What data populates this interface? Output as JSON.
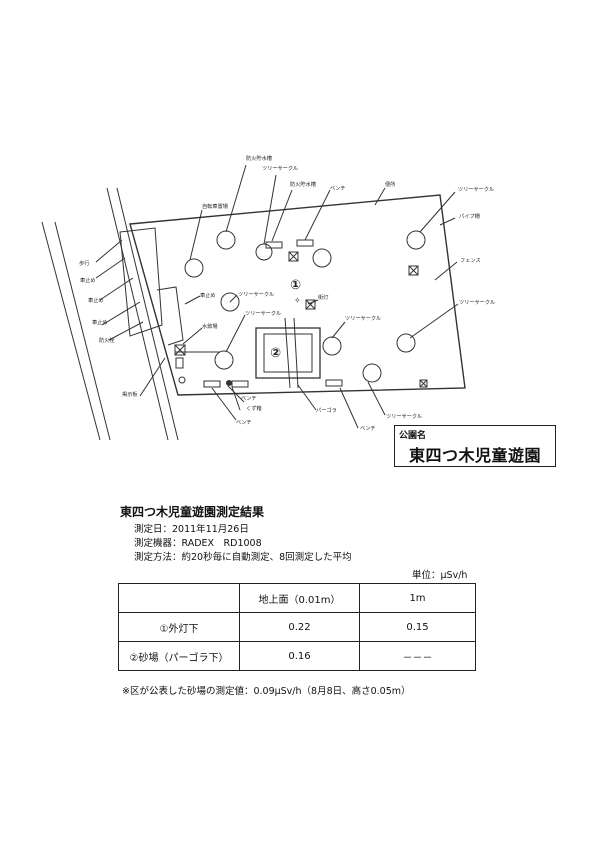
{
  "map": {
    "labels": {
      "fire_tank": "防火貯水槽",
      "tree_circle": "ツリーサークル",
      "tank_small": "防火貯水槽",
      "bench": "ベンチ",
      "toilet": "便所",
      "bike_parking": "自転車置場",
      "pipe_fence": "パイプ柵",
      "fence": "フェンス",
      "sidewalk": "歩行",
      "car_stop": "車止め",
      "fire_hydrant": "防火栓",
      "faucet": "水飲場",
      "sign_board": "掲示板",
      "garbage": "くず箱",
      "pergola": "パーゴラ",
      "lamp": "街灯",
      "marker_1": "①",
      "marker_2": "②"
    }
  },
  "park": {
    "label": "公園名",
    "name": "東四つ木児童遊園"
  },
  "results": {
    "title": "東四つ木児童遊園測定結果",
    "date": "測定日：2011年11月26日",
    "device": "測定機器：RADEX　RD1008",
    "method": "測定方法：約20秒毎に自動測定、8回測定した平均",
    "unit": "単位：μSv/h",
    "table": {
      "header": [
        "",
        "地上面（0.01m）",
        "1m"
      ],
      "rows": [
        [
          "①外灯下",
          "0.22",
          "0.15"
        ],
        [
          "②砂場（パーゴラ下）",
          "0.16",
          "－－－"
        ]
      ]
    },
    "note": "※区が公表した砂場の測定値：0.09μSv/h（8月8日、高さ0.05m）"
  }
}
